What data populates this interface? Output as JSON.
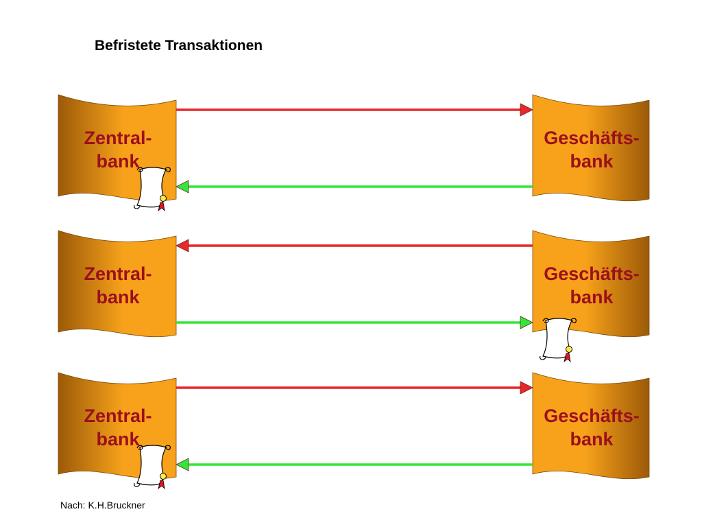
{
  "title": "Befristete Transaktionen",
  "credit": "Nach: K.H.Bruckner",
  "colors": {
    "flag_light": "#f7a21a",
    "flag_dark": "#9c5a08",
    "bank_text": "#9c0f1d",
    "arrow_red": "#e8272b",
    "arrow_green": "#33e63b",
    "scroll_paper": "#ffffff",
    "seal": "#ffe84a",
    "ribbon": "#e1141e"
  },
  "icons": [
    "document-scroll-icon",
    "seal-icon",
    "arrow-icon"
  ],
  "rows": [
    {
      "left": {
        "line1": "Zentral-",
        "line2": "bank"
      },
      "right": {
        "line1": "Geschäfts-",
        "line2": "bank"
      },
      "top_arrow": "red-right",
      "bottom_arrow": "green-left",
      "document_at": "left"
    },
    {
      "left": {
        "line1": "Zentral-",
        "line2": "bank"
      },
      "right": {
        "line1": "Geschäfts-",
        "line2": "bank"
      },
      "top_arrow": "red-left",
      "bottom_arrow": "green-right",
      "document_at": "right"
    },
    {
      "left": {
        "line1": "Zentral-",
        "line2": "bank"
      },
      "right": {
        "line1": "Geschäfts-",
        "line2": "bank"
      },
      "top_arrow": "red-right",
      "bottom_arrow": "green-left",
      "document_at": "left"
    }
  ]
}
